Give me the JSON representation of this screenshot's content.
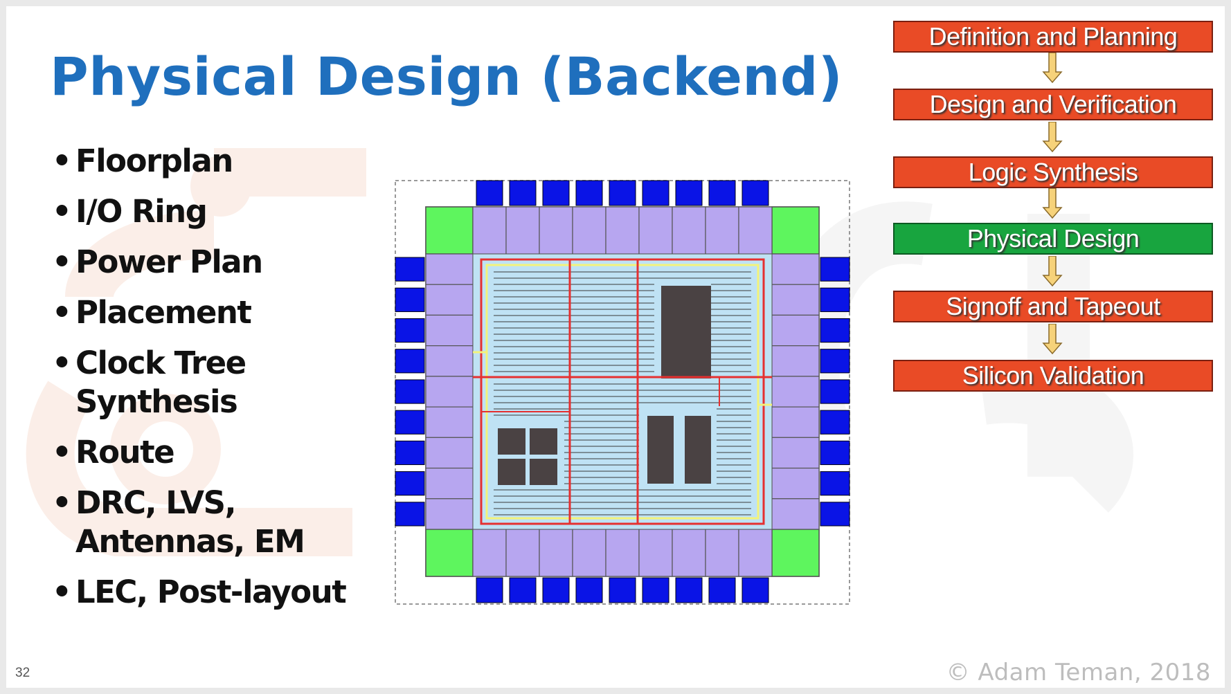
{
  "title": "Physical Design (Backend)",
  "bullets": [
    {
      "text": "Floorplan"
    },
    {
      "text": "I/O Ring"
    },
    {
      "text": "Power Plan"
    },
    {
      "text": "Placement"
    },
    {
      "text": "Clock Tree Synthesis"
    },
    {
      "text": "Route"
    },
    {
      "text": "DRC, LVS, Antennas, EM"
    },
    {
      "text": "LEC, Post-layout"
    }
  ],
  "flow": {
    "steps": [
      {
        "label": "Definition and Planning",
        "active": false
      },
      {
        "label": "Design and Verification",
        "active": false
      },
      {
        "label": "Logic Synthesis",
        "active": false
      },
      {
        "label": "Physical Design",
        "active": true
      },
      {
        "label": "Signoff and Tapeout",
        "active": false
      },
      {
        "label": "Silicon Validation",
        "active": false
      }
    ]
  },
  "chip_diagram": {
    "pads_per_side": 9,
    "colors": {
      "pad": "#0a14e6",
      "io_cell": "#b7a6f0",
      "corner": "#5ef55e",
      "core": "#bfe2f4",
      "power_ring": "#e53030",
      "power_ring_inner": "#f3f37a",
      "macro": "#4a4243",
      "row_line": "#3a3a3a"
    },
    "icons": [
      "floorplan-diagram"
    ]
  },
  "footer": {
    "page_number": "32",
    "copyright": "© Adam Teman, 2018"
  },
  "theme": {
    "title_color": "#1f6fbd",
    "step_color": "#e94b26",
    "active_step_color": "#18a53f",
    "arrow_fill": "#f6d27a",
    "arrow_stroke": "#8a6a2a"
  }
}
